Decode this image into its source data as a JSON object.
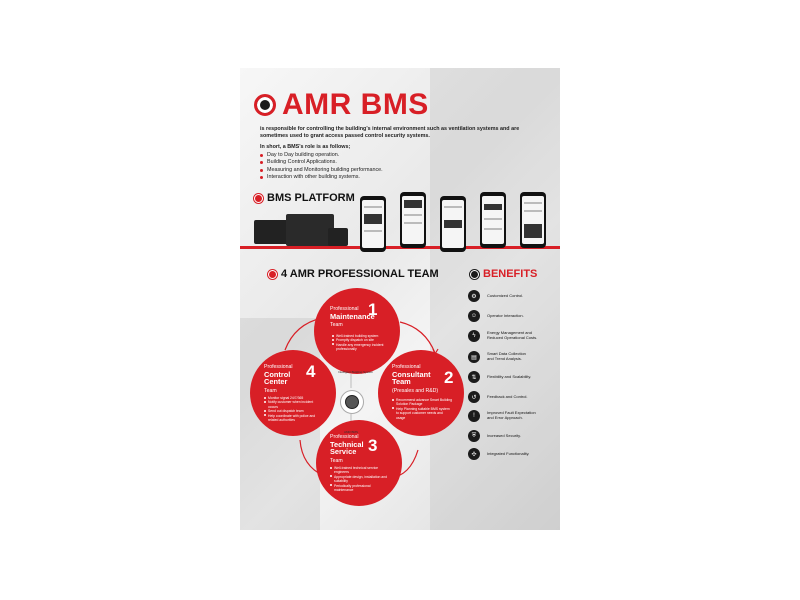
{
  "title": "AMR BMS",
  "intro": "is responsible for controlling the building's internal environment such as ventilation systems and are sometimes used to grant access passed control security systems.",
  "role_heading": "In short, a BMS's role is as follows;",
  "roles": [
    "Day to Day building operation.",
    "Building Control Applications.",
    "Measuring and Monitoring building performance.",
    "Interaction with other building systems."
  ],
  "platform_heading": "BMS PLATFORM",
  "team_heading": "4 AMR PROFESSIONAL TEAM",
  "benefits_heading": "BENEFITS",
  "teams": [
    {
      "pre": "Professional",
      "main": "Maintenance",
      "sub": "Team",
      "num": "1",
      "items": [
        "Well-trained building system",
        "Promptly dispatch on site",
        "Handle any emergency incident professionally"
      ]
    },
    {
      "pre": "Professional",
      "main": "Consultant\nTeam",
      "sub": "(Presales and R&D)",
      "num": "2",
      "items": [
        "Recommend advance Smart Building Solution Package",
        "Help Planning suitable BMS system to support customer needs and usage"
      ]
    },
    {
      "pre": "Professional",
      "main": "Technical\nService",
      "sub": "Team",
      "num": "3",
      "items": [
        "Well-trained technical service engineers",
        "Appropriate design, installation and suitability",
        "Periodically professional maintenance"
      ]
    },
    {
      "pre": "Professional",
      "main": "Control\nCenter",
      "sub": "Team",
      "num": "4",
      "items": [
        "Monitor signal 24/7/365",
        "Notify customer when incident occurs",
        "Send out dispatch team",
        "Help coordinate with police and related authorities"
      ]
    }
  ],
  "center_labels": {
    "top": "Intelligent Building System",
    "bottom": "AMR BMS"
  },
  "benefits": [
    {
      "icon": "customize-icon",
      "label": "Customized Control."
    },
    {
      "icon": "operator-icon",
      "label": "Operator Interaction."
    },
    {
      "icon": "energy-icon",
      "label": "Energy Management and\nReduced Operational Costs."
    },
    {
      "icon": "data-icon",
      "label": "Smart Data Collection\nand Trend Analysis."
    },
    {
      "icon": "flex-icon",
      "label": "Flexibility and Scalability."
    },
    {
      "icon": "feedback-icon",
      "label": "Feedback and Control."
    },
    {
      "icon": "fault-icon",
      "label": "Improved Fault Expectation\nand Error Approach."
    },
    {
      "icon": "security-icon",
      "label": "Increased Security."
    },
    {
      "icon": "integrate-icon",
      "label": "Integrated Functionality."
    }
  ],
  "colors": {
    "accent": "#d81f26",
    "dark": "#1b1b1b",
    "text": "#222222"
  }
}
